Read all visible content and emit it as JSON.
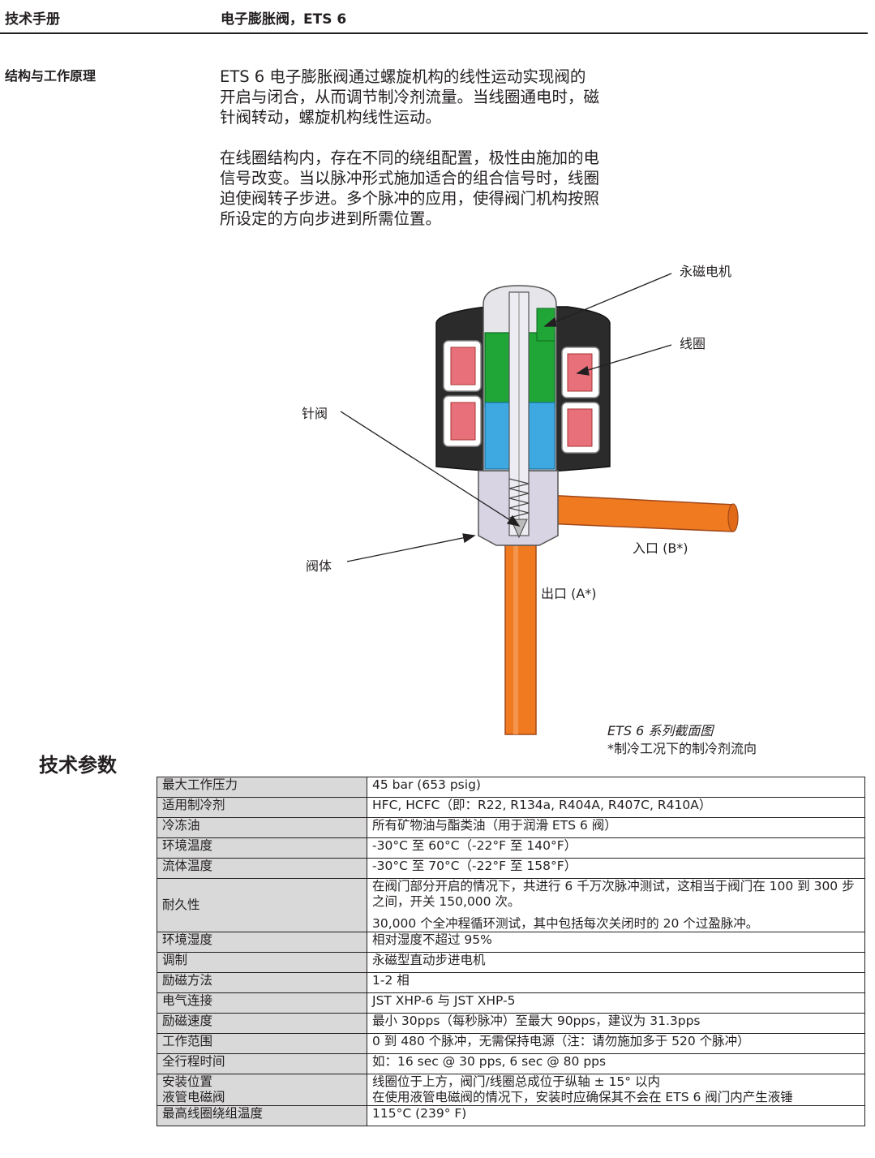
{
  "header": {
    "left": "技术手册",
    "right": "电子膨胀阀，ETS 6"
  },
  "section": {
    "label": "结构与工作原理",
    "paragraphs": [
      "ETS 6 电子膨胀阀通过螺旋机构的线性运动实现阀的开启与闭合，从而调节制冷剂流量。当线圈通电时，磁针阀转动，螺旋机构线性运动。",
      "在线圈结构内，存在不同的绕组配置，极性由施加的电信号改变。当以脉冲形式施加适合的组合信号时，线圈迫使阀转子步进。多个脉冲的应用，使得阀门机构按照所设定的方向步进到所需位置。"
    ]
  },
  "diagram": {
    "labels": {
      "motor": "永磁电机",
      "coil": "线圈",
      "needle": "针阀",
      "body": "阀体",
      "inlet": "入口 (B*)",
      "outlet": "出口 (A*)"
    },
    "caption_line1": "ETS 6 系列截面图",
    "caption_line2": "*制冷工况下的制冷剂流向",
    "colors": {
      "coil_housing": "#2b2b2b",
      "coil_winding": "#e8707a",
      "rotor": "#1fa636",
      "lower_chamber": "#3da9e0",
      "valve_body": "#d9d4e4",
      "pipe": "#f07a20"
    }
  },
  "spec": {
    "title": "技术参数",
    "rows": [
      {
        "key": "最大工作压力",
        "value": "45 bar (653 psig)"
      },
      {
        "key": "适用制冷剂",
        "value": "HFC, HCFC（即：R22, R134a, R404A, R407C, R410A）"
      },
      {
        "key": "冷冻油",
        "value": "所有矿物油与酯类油（用于润滑 ETS 6 阀）"
      },
      {
        "key": "环境温度",
        "value": "-30°C 至 60°C（-22°F 至 140°F）"
      },
      {
        "key": "流体温度",
        "value": "-30°C 至 70°C（-22°F 至 158°F）"
      },
      {
        "key": "耐久性",
        "value": "在阀门部分开启的情况下，共进行 6 千万次脉冲测试，这相当于阀门在 100 到 300 步之间，开关 150,000 次。",
        "value2": "30,000 个全冲程循环测试，其中包括每次关闭时的 20 个过盈脉冲。"
      },
      {
        "key": "环境湿度",
        "value": "相对湿度不超过 95%"
      },
      {
        "key": "调制",
        "value": "永磁型直动步进电机"
      },
      {
        "key": "励磁方法",
        "value": "1-2 相"
      },
      {
        "key": "电气连接",
        "value": "JST XHP-6 与 JST XHP-5"
      },
      {
        "key": "励磁速度",
        "value": "最小 30pps（每秒脉冲）至最大 90pps，建议为 31.3pps"
      },
      {
        "key": "工作范围",
        "value": "0 到 480 个脉冲，无需保持电源（注：请勿施加多于 520 个脉冲）"
      },
      {
        "key": "全行程时间",
        "value": "如：16 sec @ 30 pps, 6 sec @ 80 pps"
      },
      {
        "key": "安装位置",
        "key2": "液管电磁阀",
        "value": "线圈位于上方，阀门/线圈总成位于纵轴 ± 15° 以内",
        "value2": "在使用液管电磁阀的情况下，安装时应确保其不会在 ETS 6 阀门内产生液锤"
      },
      {
        "key": "最高线圈绕组温度",
        "value": "115°C (239° F)"
      }
    ]
  }
}
